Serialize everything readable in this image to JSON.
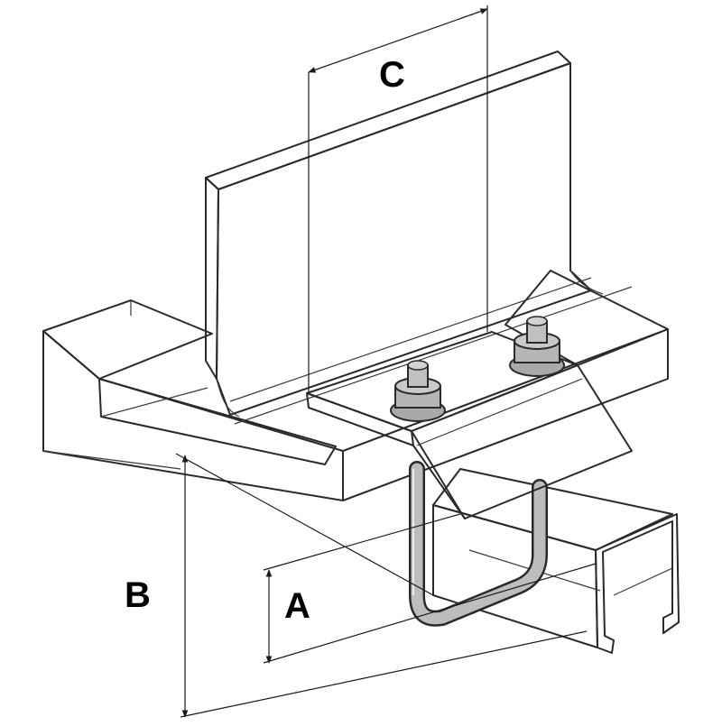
{
  "labels": {
    "dim_a": "A",
    "dim_b": "B",
    "dim_c": "C"
  },
  "colors": {
    "outline": "#2a2a2a",
    "steel_light": "#eeeeee",
    "steel_shade": "#dcdcdc",
    "clamp_plate": "#c4c4c4",
    "clamp_plate_front": "#b9b9b9",
    "bolt": "#a8a8a8",
    "channel": "#e4e4e4",
    "background": "#ffffff"
  }
}
